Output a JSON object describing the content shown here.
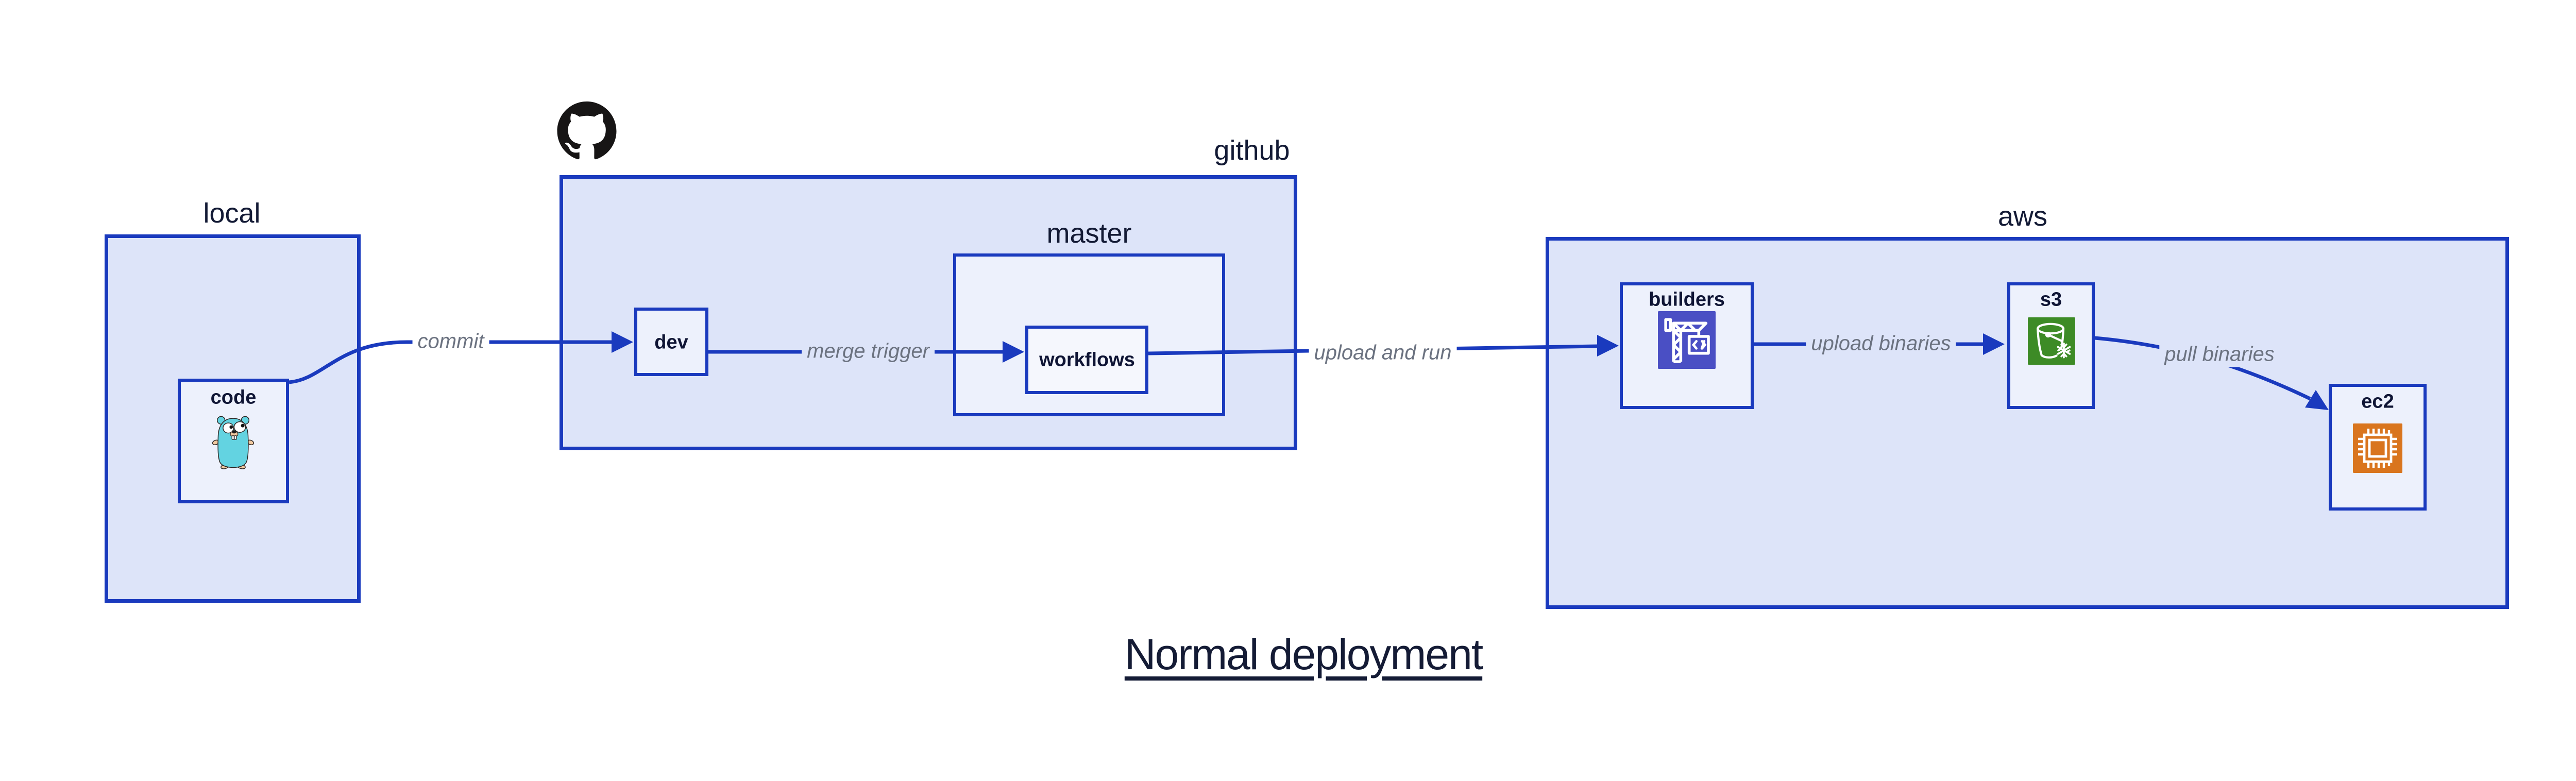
{
  "diagram": {
    "title": "Normal deployment",
    "groups": {
      "local": {
        "label": "local"
      },
      "github": {
        "label": "github"
      },
      "master": {
        "label": "master"
      },
      "aws": {
        "label": "aws"
      }
    },
    "nodes": {
      "code": {
        "label": "code",
        "icon": "go-gopher-icon"
      },
      "dev": {
        "label": "dev"
      },
      "workflows": {
        "label": "workflows"
      },
      "builders": {
        "label": "builders",
        "icon": "aws-codebuild-icon"
      },
      "s3": {
        "label": "s3",
        "icon": "aws-s3-bucket-icon"
      },
      "ec2": {
        "label": "ec2",
        "icon": "aws-ec2-chip-icon"
      }
    },
    "edges": [
      {
        "from": "code",
        "to": "dev",
        "label": "commit"
      },
      {
        "from": "dev",
        "to": "workflows",
        "label": "merge trigger"
      },
      {
        "from": "workflows",
        "to": "builders",
        "label": "upload and run"
      },
      {
        "from": "builders",
        "to": "s3",
        "label": "upload binaries"
      },
      {
        "from": "s3",
        "to": "ec2",
        "label": "pull binaries"
      }
    ],
    "icons": {
      "github_logo": "octocat-icon"
    },
    "colors": {
      "accent_blue": "#1a3abe",
      "container_fill": "#dde4f9",
      "node_fill": "#edf1fc",
      "workflows_fill": "#f5f7fd",
      "edge_label_gray": "#6b7280",
      "text_navy": "#131a35",
      "codebuild_purple": "#4a4fc4",
      "s3_green": "#3d8b26",
      "ec2_orange": "#d9751e",
      "octocat_black": "#171515",
      "gopher_teal": "#63d3e1"
    }
  }
}
